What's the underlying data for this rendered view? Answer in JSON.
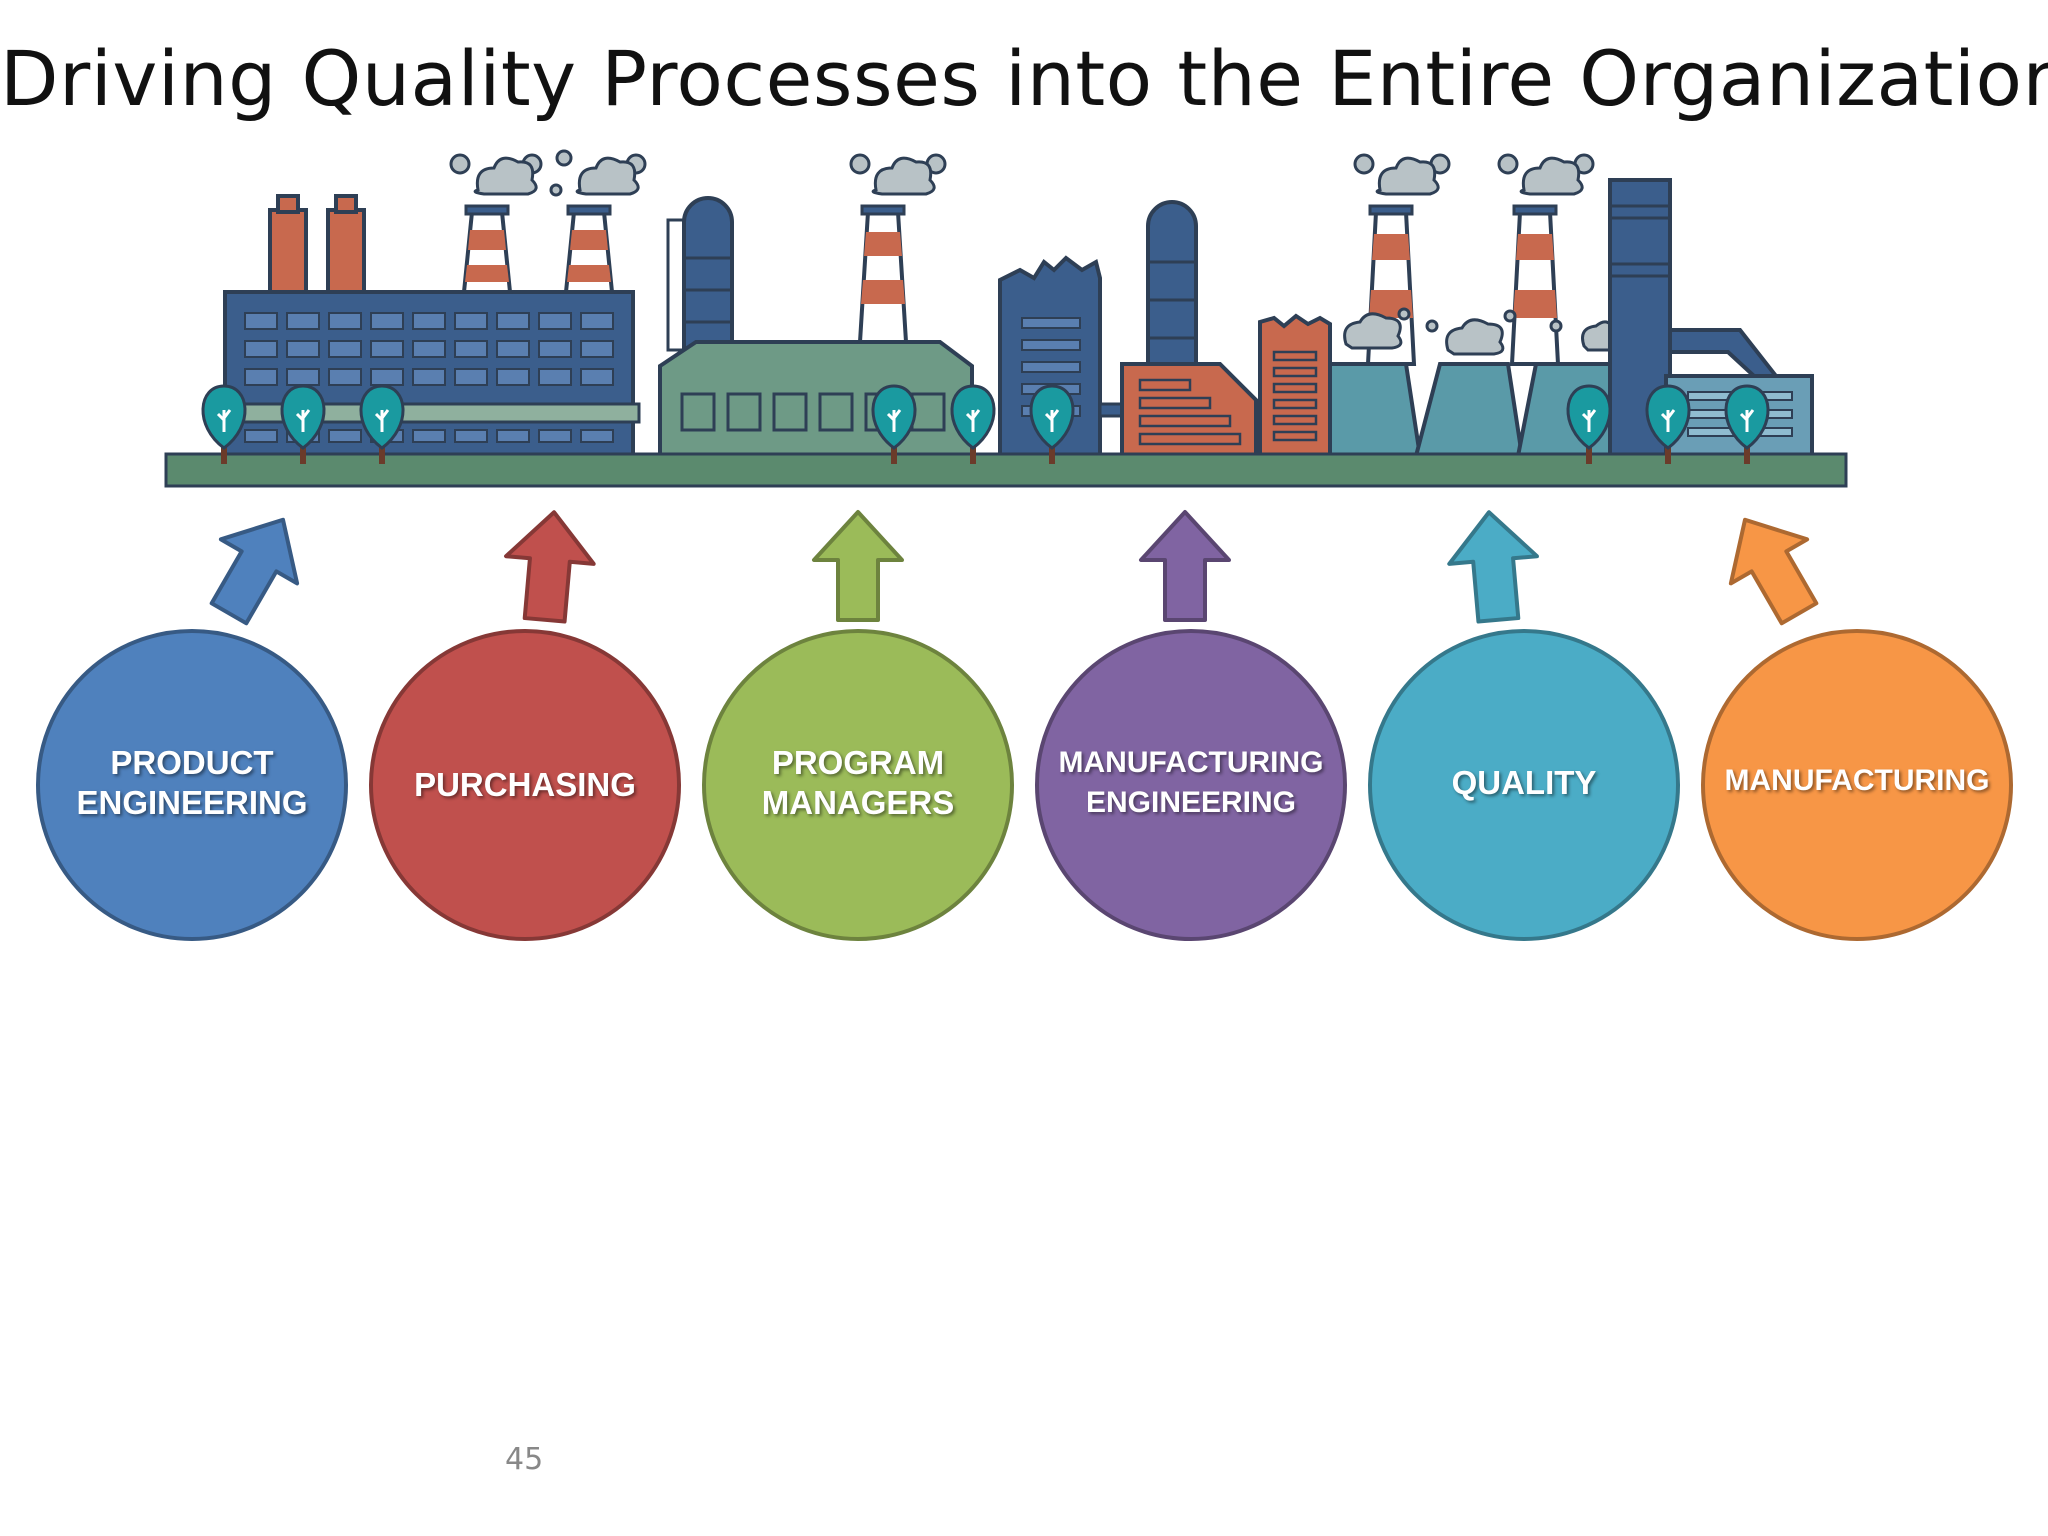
{
  "title": "Driving Quality  Processes into the Entire Organization",
  "page_number": "45",
  "colors": {
    "blue": "#4f81bd",
    "red": "#c0504d",
    "green": "#9bbb59",
    "purple": "#8064a2",
    "teal": "#4bacc6",
    "orange": "#f79646",
    "factory_navy": "#3b5e8c",
    "factory_rust": "#c8694e",
    "factory_sage": "#6e9a86",
    "ground": "#5b8a6e"
  },
  "departments": [
    {
      "id": "product-engineering",
      "lines": [
        "PRODUCT",
        "ENGINEERING"
      ],
      "color_key": "blue"
    },
    {
      "id": "purchasing",
      "lines": [
        "PURCHASING"
      ],
      "color_key": "red"
    },
    {
      "id": "program-managers",
      "lines": [
        "PROGRAM",
        "MANAGERS"
      ],
      "color_key": "green"
    },
    {
      "id": "manufacturing-engineering",
      "lines": [
        "MANUFACTURING",
        "ENGINEERING"
      ],
      "color_key": "purple"
    },
    {
      "id": "quality",
      "lines": [
        "QUALITY"
      ],
      "color_key": "teal"
    },
    {
      "id": "manufacturing",
      "lines": [
        "MANUFACTURING"
      ],
      "color_key": "orange"
    }
  ],
  "icons": {
    "factory": "factory-skyline-illustration",
    "tree": "tree-icon",
    "smoke": "smoke-cloud-icon",
    "arrow": "up-arrow-icon"
  }
}
